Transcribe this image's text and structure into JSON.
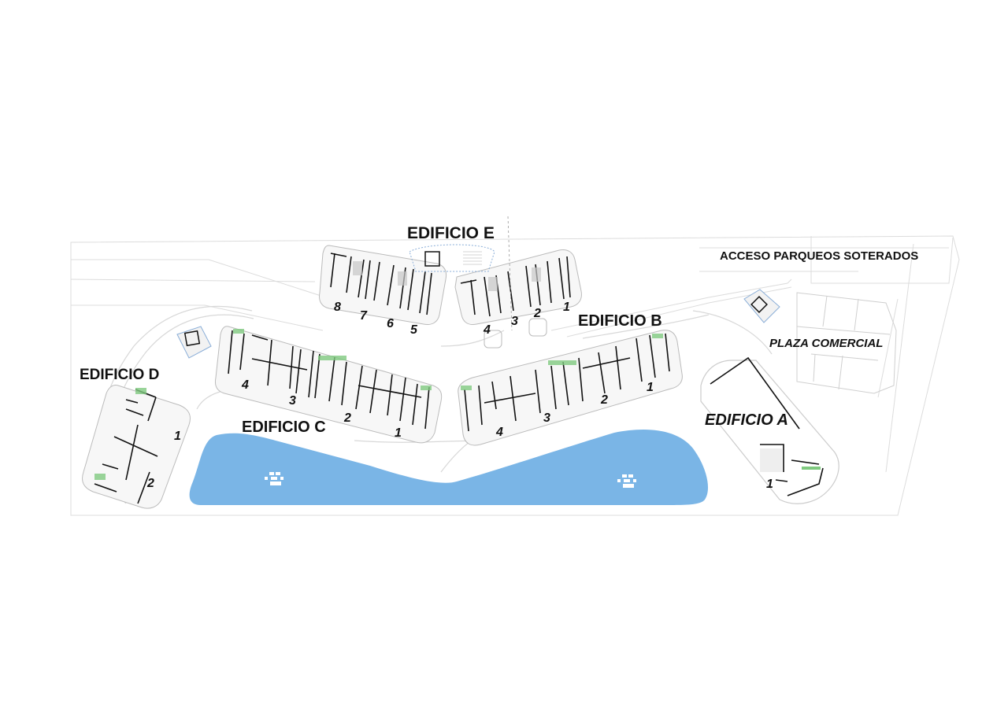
{
  "plan": {
    "type": "architectural site plan",
    "colors": {
      "background": "#ffffff",
      "linework": "#d0d0d0",
      "walls": "#111111",
      "water": "#7ab5e6",
      "green": "#7fc97f",
      "furniture": "#e8a070"
    }
  },
  "labels": {
    "edificio_e": "EDIFICIO E",
    "edificio_b": "EDIFICIO B",
    "edificio_c": "EDIFICIO C",
    "edificio_d": "EDIFICIO D",
    "edificio_a": "EDIFICIO A",
    "acceso": "ACCESO PARQUEOS SOTERADOS",
    "plaza": "PLAZA COMERCIAL"
  },
  "buildings": {
    "E": {
      "units": [
        "8",
        "7",
        "6",
        "5",
        "4",
        "3",
        "2",
        "1"
      ]
    },
    "B": {
      "units": [
        "4",
        "3",
        "2",
        "1"
      ]
    },
    "C": {
      "units": [
        "4",
        "3",
        "2",
        "1"
      ]
    },
    "D": {
      "units": [
        "1",
        "2"
      ]
    },
    "A": {
      "units": [
        "1"
      ]
    }
  }
}
